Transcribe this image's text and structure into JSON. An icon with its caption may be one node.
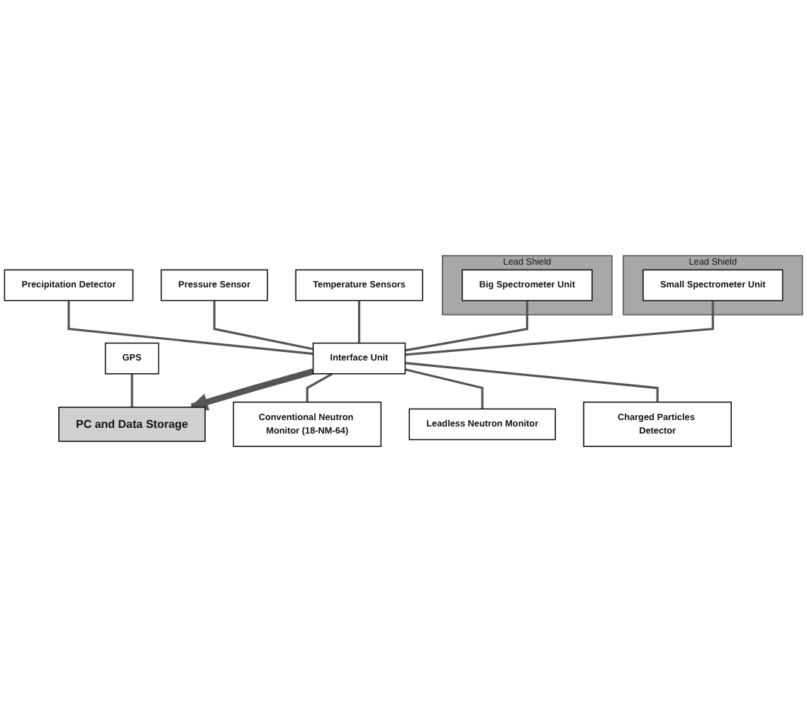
{
  "diagram": {
    "nodes": [
      {
        "text": [
          "Precipitation Detector"
        ]
      },
      {
        "text": [
          "Pressure Sensor"
        ]
      },
      {
        "text": [
          "Temperature Sensors"
        ]
      },
      {
        "text": [
          "GPS"
        ]
      },
      {
        "text": [
          "Lead Shield"
        ]
      },
      {
        "text": [
          "Big Spectrometer Unit"
        ],
        "in": 4
      },
      {
        "text": [
          "Interface Unit"
        ]
      },
      {
        "text": [
          "PC and Data Storage"
        ]
      },
      {
        "text": [
          "Lead Shield"
        ]
      },
      {
        "text": [
          "Small Spectrometer Unit"
        ],
        "in": 8
      },
      {
        "text": [
          "Conventional Neutron Monitor (18-NM-64)"
        ]
      },
      {
        "text": [
          "Leadless Neutron Monitor"
        ]
      },
      {
        "text": [
          "Charged Particles Detector"
        ]
      }
    ],
    "edges": [
      {
        "from": 0,
        "to": 6,
        "arrow": "none"
      },
      {
        "from": 1,
        "to": 6,
        "arrow": "none"
      },
      {
        "from": 2,
        "to": 6,
        "arrow": "none"
      },
      {
        "from": 3,
        "to": 7,
        "arrow": "none"
      },
      {
        "from": 5,
        "to": 6,
        "arrow": "none"
      },
      {
        "from": 9,
        "to": 6,
        "arrow": "none"
      },
      {
        "from": 6,
        "to": 7,
        "arrow": "to",
        "style": "thick"
      },
      {
        "from": 6,
        "to": 10,
        "arrow": "none"
      },
      {
        "from": 6,
        "to": 11,
        "arrow": "none"
      },
      {
        "from": 6,
        "to": 12,
        "arrow": "none"
      }
    ]
  }
}
